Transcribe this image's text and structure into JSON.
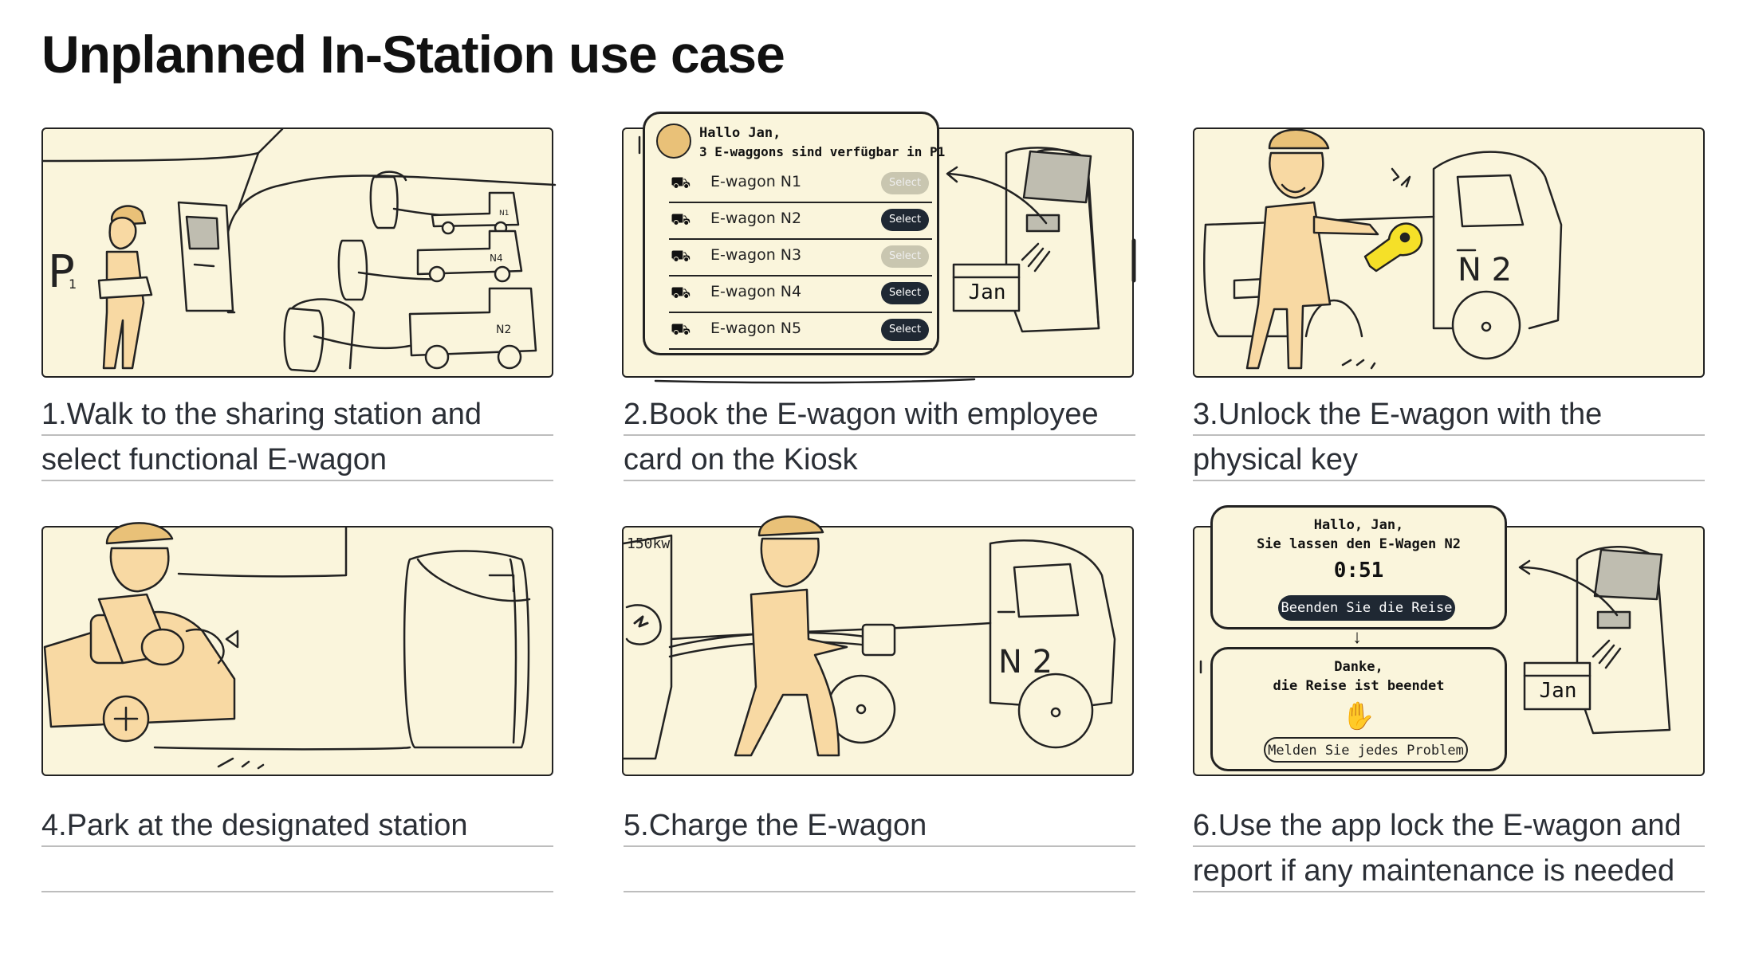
{
  "title": "Unplanned In-Station use case",
  "steps": [
    {
      "lines": [
        "1.Walk to the sharing station and",
        "select functional E-wagon"
      ]
    },
    {
      "lines": [
        "2.Book the E-wagon with employee",
        "card on the Kiosk"
      ]
    },
    {
      "lines": [
        "3.Unlock the E-wagon with the",
        "physical key"
      ]
    },
    {
      "lines": [
        "4.Park at the designated station",
        ""
      ]
    },
    {
      "lines": [
        "5.Charge the E-wagon",
        ""
      ]
    },
    {
      "lines": [
        "6.Use the app lock the E-wagon and",
        "report if any maintenance is needed"
      ]
    }
  ],
  "panel1": {
    "parking_sign": "P",
    "parking_sub": "1",
    "wagon_labels": [
      "N1",
      "N4",
      "N2"
    ]
  },
  "panel2": {
    "greeting": "Hallo Jan,",
    "subtitle": "3 E-waggons sind verfügbar in P1",
    "wagons": [
      {
        "label": "E-wagon N1",
        "button": "Select",
        "available": false
      },
      {
        "label": "E-wagon N2",
        "button": "Select",
        "available": true
      },
      {
        "label": "E-wagon N3",
        "button": "Select",
        "available": false
      },
      {
        "label": "E-wagon N4",
        "button": "Select",
        "available": true
      },
      {
        "label": "E-wagon N5",
        "button": "Select",
        "available": true
      }
    ],
    "card_name": "Jan"
  },
  "panel3": {
    "wagon_label": "N 2"
  },
  "panel5": {
    "charger_label": "150kw",
    "wagon_label": "N 2"
  },
  "panel6": {
    "greeting": "Hallo, Jan,",
    "status": "Sie lassen den E-Wagen N2",
    "timer": "0:51",
    "end_button": "Beenden Sie die Reise",
    "thanks": "Danke,",
    "ended": "die Reise ist beendet",
    "report_button": "Melden Sie jedes Problem",
    "card_name": "Jan"
  },
  "colors": {
    "panel_bg": "#faf5dc",
    "skin": "#f8d9a3",
    "hat": "#e9c178",
    "key": "#f5e028",
    "dark_button": "#1f2833",
    "kiosk_screen": "#bfbdb0"
  }
}
